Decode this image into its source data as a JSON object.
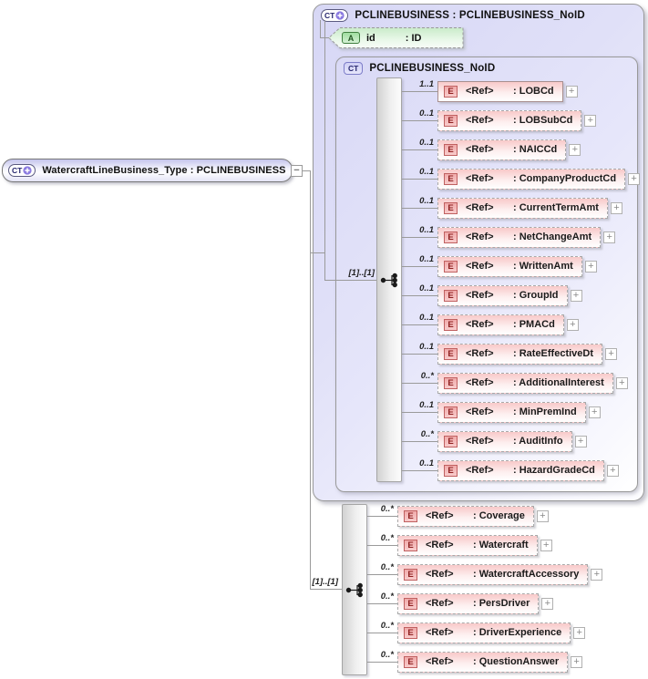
{
  "glyphs": {
    "collapse": "−",
    "expand": "+"
  },
  "colors": {
    "container_lavender": "#d7d7f5",
    "element_pink": "#f8c9c9",
    "element_icon_border": "#c06060",
    "attribute_green": "#cdeccd",
    "attribute_icon_green": "#9fdd9f",
    "connector_gray": "#9a9a9a",
    "bar_gray": "#d2d2d2",
    "ct_badge_violet": "#8a7ae0"
  },
  "root_element": {
    "icon": "CT",
    "label": "WatercraftLineBusiness_Type : PCLINEBUSINESS"
  },
  "outer_container": {
    "icon": "CT",
    "title": "PCLINEBUSINESS : PCLINEBUSINESS_NoID",
    "attribute": {
      "icon": "A",
      "name": "id",
      "type": ": ID"
    },
    "inner_container": {
      "icon": "CT",
      "title": "PCLINEBUSINESS_NoID",
      "occurrence_label": "[1]..[1]",
      "elements": [
        {
          "cardinality": "1..1",
          "icon": "E",
          "ref_label": "<Ref>",
          "name": ": LOBCd",
          "required": true,
          "expand_glyph": "+"
        },
        {
          "cardinality": "0..1",
          "icon": "E",
          "ref_label": "<Ref>",
          "name": ": LOBSubCd",
          "required": false,
          "expand_glyph": "+"
        },
        {
          "cardinality": "0..1",
          "icon": "E",
          "ref_label": "<Ref>",
          "name": ": NAICCd",
          "required": false,
          "expand_glyph": "+"
        },
        {
          "cardinality": "0..1",
          "icon": "E",
          "ref_label": "<Ref>",
          "name": ": CompanyProductCd",
          "required": false,
          "expand_glyph": "+"
        },
        {
          "cardinality": "0..1",
          "icon": "E",
          "ref_label": "<Ref>",
          "name": ": CurrentTermAmt",
          "required": false,
          "expand_glyph": "+"
        },
        {
          "cardinality": "0..1",
          "icon": "E",
          "ref_label": "<Ref>",
          "name": ": NetChangeAmt",
          "required": false,
          "expand_glyph": "+"
        },
        {
          "cardinality": "0..1",
          "icon": "E",
          "ref_label": "<Ref>",
          "name": ": WrittenAmt",
          "required": false,
          "expand_glyph": "+"
        },
        {
          "cardinality": "0..1",
          "icon": "E",
          "ref_label": "<Ref>",
          "name": ": GroupId",
          "required": false,
          "expand_glyph": "+"
        },
        {
          "cardinality": "0..1",
          "icon": "E",
          "ref_label": "<Ref>",
          "name": ": PMACd",
          "required": false,
          "expand_glyph": "+"
        },
        {
          "cardinality": "0..1",
          "icon": "E",
          "ref_label": "<Ref>",
          "name": ": RateEffectiveDt",
          "required": false,
          "expand_glyph": "+"
        },
        {
          "cardinality": "0..*",
          "icon": "E",
          "ref_label": "<Ref>",
          "name": ": AdditionalInterest",
          "required": false,
          "expand_glyph": "+"
        },
        {
          "cardinality": "0..1",
          "icon": "E",
          "ref_label": "<Ref>",
          "name": ": MinPremInd",
          "required": false,
          "expand_glyph": "+"
        },
        {
          "cardinality": "0..*",
          "icon": "E",
          "ref_label": "<Ref>",
          "name": ": AuditInfo",
          "required": false,
          "expand_glyph": "+"
        },
        {
          "cardinality": "0..1",
          "icon": "E",
          "ref_label": "<Ref>",
          "name": ": HazardGradeCd",
          "required": false,
          "expand_glyph": "+"
        }
      ]
    }
  },
  "bottom_group": {
    "occurrence_label": "[1]..[1]",
    "elements": [
      {
        "cardinality": "0..*",
        "icon": "E",
        "ref_label": "<Ref>",
        "name": ": Coverage",
        "required": false,
        "expand_glyph": "+"
      },
      {
        "cardinality": "0..*",
        "icon": "E",
        "ref_label": "<Ref>",
        "name": ": Watercraft",
        "required": false,
        "expand_glyph": "+"
      },
      {
        "cardinality": "0..*",
        "icon": "E",
        "ref_label": "<Ref>",
        "name": ": WatercraftAccessory",
        "required": false,
        "expand_glyph": "+"
      },
      {
        "cardinality": "0..*",
        "icon": "E",
        "ref_label": "<Ref>",
        "name": ": PersDriver",
        "required": false,
        "expand_glyph": "+"
      },
      {
        "cardinality": "0..*",
        "icon": "E",
        "ref_label": "<Ref>",
        "name": ": DriverExperience",
        "required": false,
        "expand_glyph": "+"
      },
      {
        "cardinality": "0..*",
        "icon": "E",
        "ref_label": "<Ref>",
        "name": ": QuestionAnswer",
        "required": false,
        "expand_glyph": "+"
      }
    ]
  }
}
